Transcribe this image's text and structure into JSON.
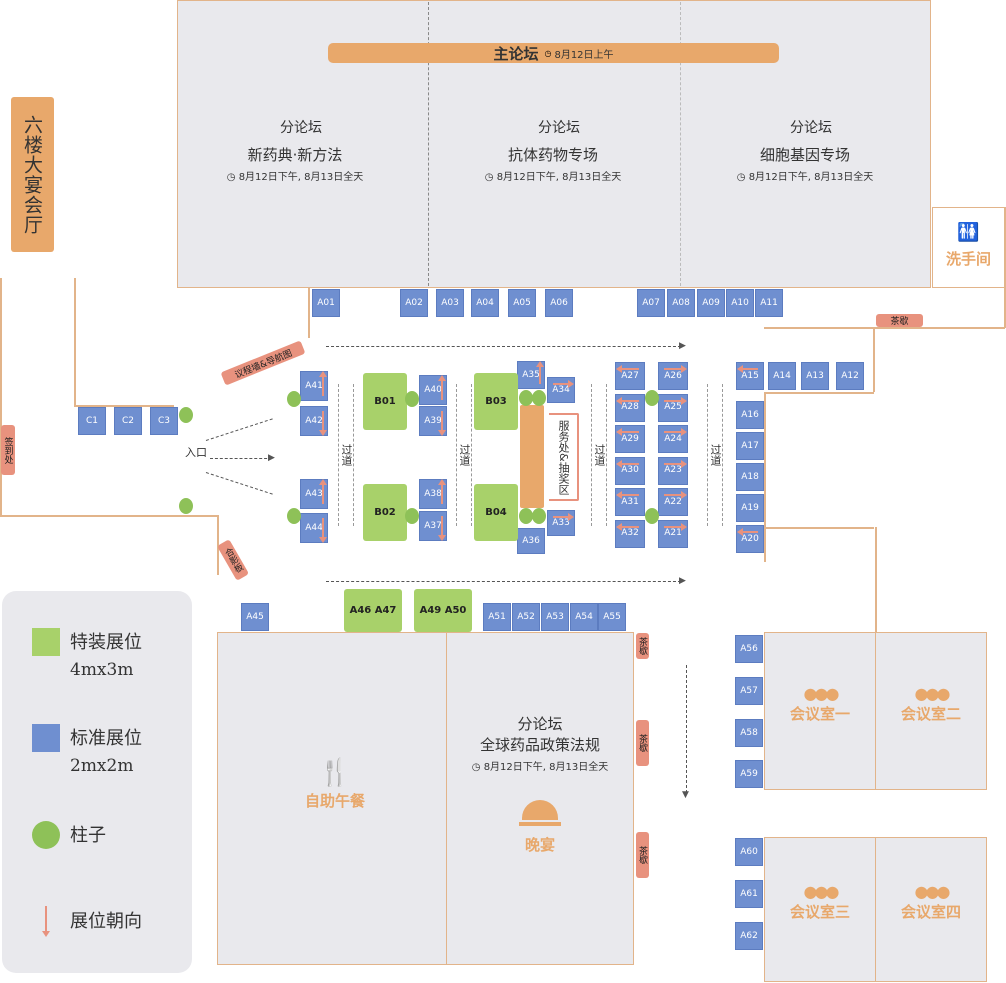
{
  "main_forum": {
    "title": "主论坛",
    "time": "8月12日上午"
  },
  "sub_forums": [
    {
      "badge": "分论坛",
      "name": "新药典·新方法",
      "time": "8月12日下午, 8月13日全天"
    },
    {
      "badge": "分论坛",
      "name": "抗体药物专场",
      "time": "8月12日下午, 8月13日全天"
    },
    {
      "badge": "分论坛",
      "name": "细胞基因专场",
      "time": "8月12日下午, 8月13日全天"
    },
    {
      "badge": "分论坛",
      "name": "全球药品政策法规",
      "time": "8月12日下午, 8月13日全天"
    }
  ],
  "banquet_hall": "六楼大宴会厅",
  "restroom": "洗手间",
  "tea_break": "茶歇",
  "checkin": "签到处",
  "entrance": "入口",
  "agenda_board": "议程墙&导航图",
  "sign_board": "合影板",
  "service_area": "服务处&抽奖区",
  "aisle": "过道",
  "buffet": "自助午餐",
  "dinner": "晚宴",
  "meeting_rooms": [
    "会议室一",
    "会议室二",
    "会议室三",
    "会议室四"
  ],
  "booths": {
    "top": [
      "A01",
      "A02",
      "A03",
      "A04",
      "A05",
      "A06",
      "A07",
      "A08",
      "A09",
      "A10",
      "A11"
    ],
    "right_top": [
      "A15",
      "A14",
      "A13",
      "A12"
    ],
    "right_col": [
      "A16",
      "A17",
      "A18",
      "A19",
      "A20"
    ],
    "col1": [
      "A41",
      "A42",
      "A43",
      "A44"
    ],
    "col2": [
      "A40",
      "A39",
      "A38",
      "A37"
    ],
    "col3": [
      "A35",
      "A34",
      "A33",
      "A36"
    ],
    "col4": [
      "A27",
      "A28",
      "A29",
      "A30",
      "A31",
      "A32"
    ],
    "col5": [
      "A26",
      "A25",
      "A24",
      "A23",
      "A22",
      "A21"
    ],
    "special": [
      "B01",
      "B02",
      "B03",
      "B04",
      "A46  A47",
      "A49  A50"
    ],
    "bottom": [
      "A45",
      "A51",
      "A52",
      "A53",
      "A54",
      "A55"
    ],
    "right_bottom": [
      "A56",
      "A57",
      "A58",
      "A59",
      "A60",
      "A61",
      "A62"
    ],
    "c": [
      "C1",
      "C2",
      "C3"
    ]
  },
  "legend": [
    {
      "label": "特装展位",
      "size": "4mx3m"
    },
    {
      "label": "标准展位",
      "size": "2mx2m"
    },
    {
      "label": "柱子"
    },
    {
      "label": "展位朝向"
    }
  ],
  "colors": {
    "standard": "#6f8fd0",
    "special": "#a8d16a",
    "pillar": "#8ec158",
    "accent": "#e8a86b",
    "arrow": "#e8927e"
  }
}
